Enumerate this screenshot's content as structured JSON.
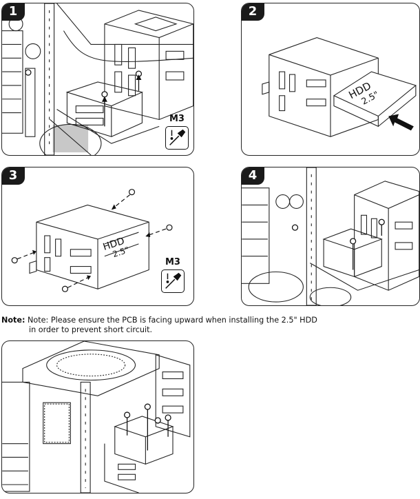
{
  "steps": [
    {
      "number": "1",
      "label": "M3"
    },
    {
      "number": "2",
      "hdd_text": "HDD",
      "size_text": "2.5\""
    },
    {
      "number": "3",
      "label": "M3",
      "hdd_text": "HDD",
      "size_text": "2.5\""
    },
    {
      "number": "4"
    }
  ],
  "note": {
    "label": "Note:",
    "line1": "Note: Please ensure the PCB is facing upward when installing the 2.5\" HDD",
    "line2": "in order to prevent short circuit."
  }
}
